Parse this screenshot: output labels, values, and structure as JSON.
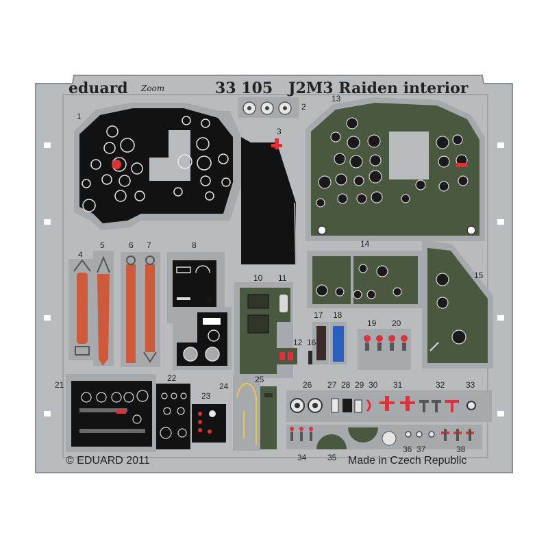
{
  "header": {
    "brand": "eduard",
    "logo_text": "Zoom",
    "title": "33 105   J2M3 Raiden interior"
  },
  "footer": {
    "copyright": "© EDUARD 2011",
    "origin": "Made in Czech Republic"
  },
  "part_numbers": [
    "1",
    "2",
    "3",
    "4",
    "5",
    "6",
    "7",
    "8",
    "9",
    "10",
    "11",
    "12",
    "13",
    "14",
    "15",
    "16",
    "17",
    "18",
    "19",
    "20",
    "21",
    "22",
    "23",
    "24",
    "25",
    "26",
    "27",
    "28",
    "29",
    "30",
    "31",
    "32",
    "33",
    "34",
    "35",
    "36",
    "37",
    "38"
  ],
  "colors": {
    "fret": "#b9bcbf",
    "fret_edge": "#8c8f93",
    "panel_black": "#121212",
    "panel_green": "#4a5840",
    "belt_red": "#cf5a3a",
    "accent_red": "#e0303a",
    "accent_blue": "#2a5fc0",
    "yellow_wire": "#e8c84a"
  }
}
